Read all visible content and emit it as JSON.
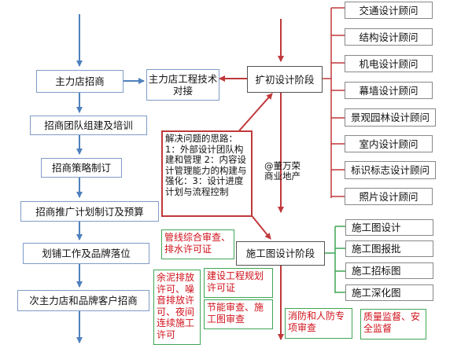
{
  "left_column": [
    "主力店招商",
    "招商团队组建及培训",
    "招商策略制订",
    "招商推广计划制订及预算",
    "划铺工作及品牌落位",
    "次主力店和品牌客户招商"
  ],
  "middle": {
    "tech": "主力店工程技术对接",
    "expand": "扩初设计阶段",
    "construction": "施工图设计阶段",
    "solution": "解决问题的思路：1：外部设计团队构建和管理 2：内容设计管理能力的构建与强化：3：设计进度计划与流程控制",
    "watermark": "@董万荣\n商业地产"
  },
  "consultants": [
    "交通设计顾问",
    "结构设计顾问",
    "机电设计顾问",
    "幕墙设计顾问",
    "景观园林设计顾问",
    "室内设计顾问",
    "标识标志设计顾问",
    "照片设计顾问"
  ],
  "construction_items": [
    "施工图设计",
    "施工图报批",
    "施工招标图",
    "施工深化图"
  ],
  "approvals": {
    "pipeline": "管线综合审查、排水许可证",
    "noise": "余泥排放许可、噪音排放许可、夜间连续施工许可",
    "planning": "建设工程规划许可证",
    "energy": "节能审查、施工图审查",
    "fire": "消防和人防专项审查",
    "quality": "质量监督、安全监督"
  },
  "colors": {
    "blue": "#4f81bd",
    "red": "#c0393b",
    "green": "#3fa655",
    "text_red": "#d0121b"
  }
}
